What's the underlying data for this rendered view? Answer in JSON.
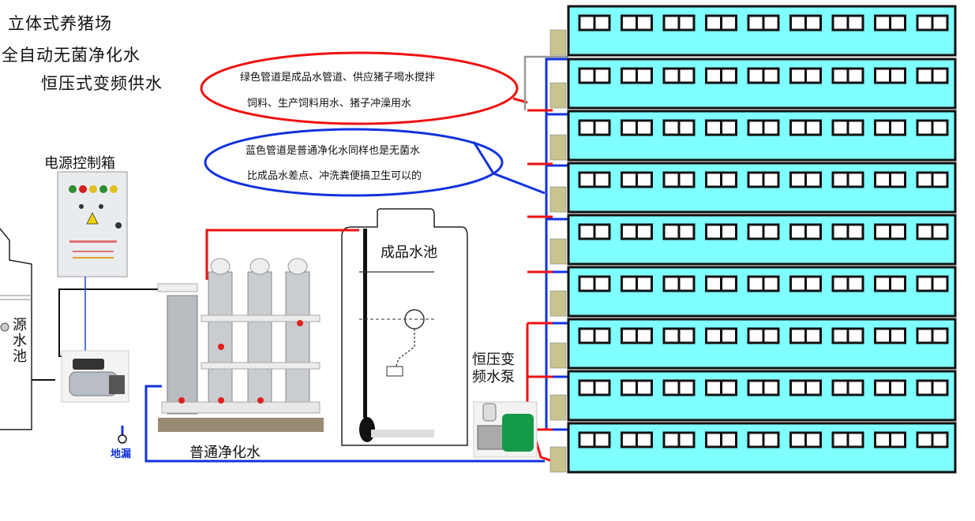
{
  "titles": {
    "line1": "立体式养猪场",
    "line2": "全自动无菌净化水",
    "line3": "恒压式变频供水"
  },
  "notes": {
    "green_line1": "绿色管道是成品水管道、供应猪子喝水搅拌",
    "green_line2": "饲料、生产饲料用水、猪子冲澡用水",
    "blue_line1": "蓝色管道是普通净化水同样也是无菌水",
    "blue_line2": "比成品水差点、冲洗粪便搞卫生可以的"
  },
  "labels": {
    "control_box": "电源控制箱",
    "source_pool": "源水池",
    "product_tank": "成品水池",
    "pump": "恒压变频水泵",
    "floor_drain": "地漏",
    "normal_water": "普通净化水"
  },
  "colors": {
    "red_pipe": "#ee1111",
    "blue_pipe": "#1133dd",
    "building_fill": "#7fffff",
    "outline": "#111111"
  },
  "building": {
    "floors": 9,
    "pens_per_floor": 9
  }
}
